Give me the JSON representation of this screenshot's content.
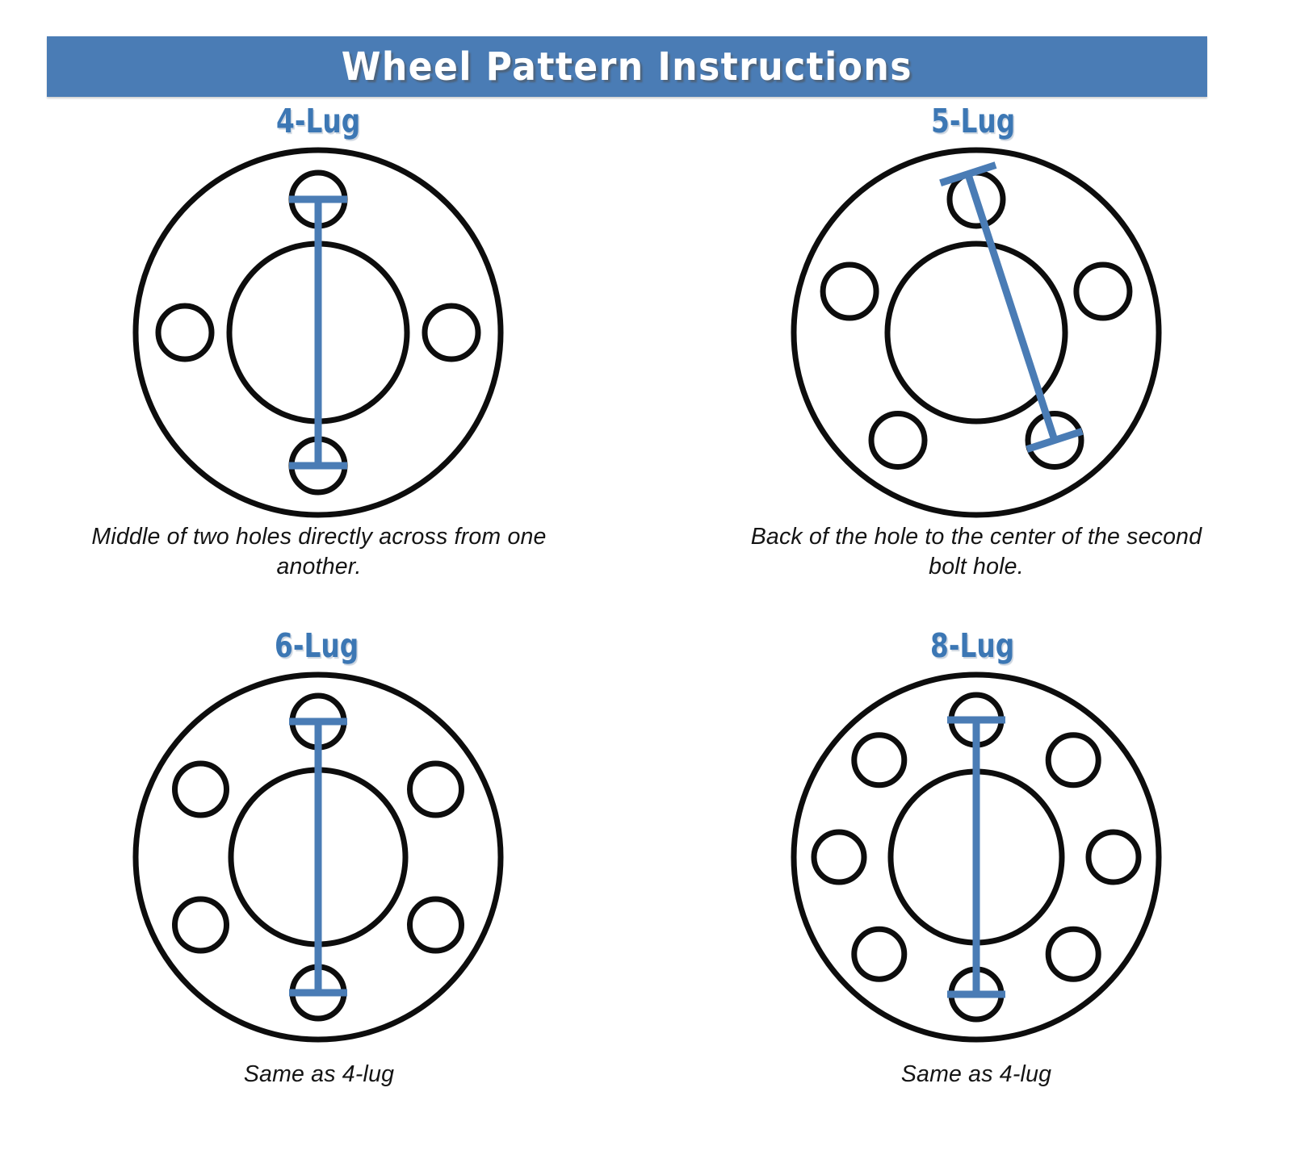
{
  "header": {
    "title": "Wheel Pattern Instructions",
    "banner_color": "#4a7cb5",
    "title_color": "#ffffff"
  },
  "theme": {
    "accent_blue": "#4a7cb5",
    "label_blue": "#3c77b4",
    "outline_black": "#0d0d0d",
    "background": "#ffffff"
  },
  "diagrams": [
    {
      "id": "four-lug",
      "title": "4-Lug",
      "lug_count": 4,
      "caption": "Middle of two holes directly across from one another.",
      "measurement": "center-to-center",
      "hole_angles_deg": [
        0,
        90,
        180,
        270
      ],
      "geometry": {
        "outer_radius": 226,
        "hub_radius": 110,
        "bolt_circle_radius": 165,
        "hole_radius": 33,
        "stroke_width": 7
      }
    },
    {
      "id": "five-lug",
      "title": "5-Lug",
      "lug_count": 5,
      "caption": "Back of the hole to the center of the second bolt hole.",
      "measurement": "back-of-hole-to-center",
      "hole_angles_deg": [
        0,
        72,
        144,
        216,
        288
      ],
      "geometry": {
        "outer_radius": 226,
        "hub_radius": 110,
        "bolt_circle_radius": 165,
        "hole_radius": 33,
        "stroke_width": 7
      }
    },
    {
      "id": "six-lug",
      "title": "6-Lug",
      "lug_count": 6,
      "caption": "Same as 4-lug",
      "measurement": "center-to-center",
      "hole_angles_deg": [
        0,
        60,
        120,
        180,
        240,
        300
      ],
      "geometry": {
        "outer_radius": 226,
        "hub_radius": 108,
        "bolt_circle_radius": 168,
        "hole_radius": 32,
        "stroke_width": 7
      }
    },
    {
      "id": "eight-lug",
      "title": "8-Lug",
      "lug_count": 8,
      "caption": "Same as 4-lug",
      "measurement": "center-to-center",
      "hole_angles_deg": [
        0,
        45,
        90,
        135,
        180,
        225,
        270,
        315
      ],
      "geometry": {
        "outer_radius": 226,
        "hub_radius": 106,
        "bolt_circle_radius": 170,
        "hole_radius": 31,
        "stroke_width": 7
      }
    }
  ]
}
